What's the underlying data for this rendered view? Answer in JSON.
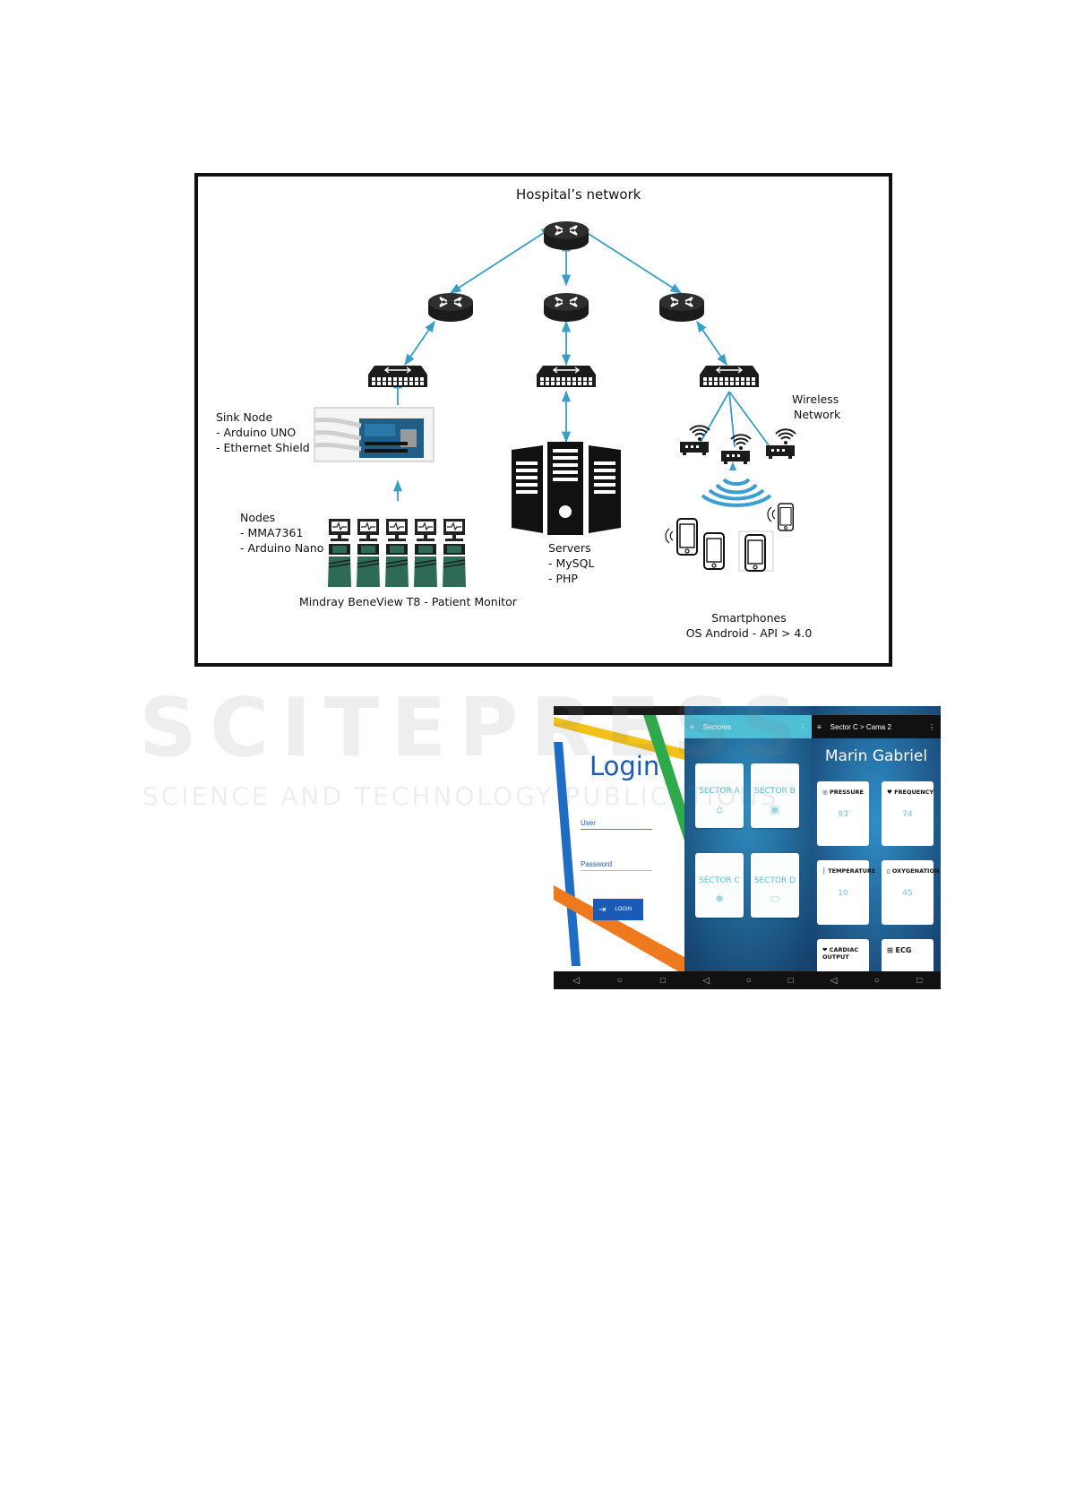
{
  "diagram": {
    "title": "Hospital’s network",
    "sink_node": {
      "title": "Sink Node",
      "items": [
        "- Arduino UNO",
        "- Ethernet Shield"
      ]
    },
    "nodes": {
      "title": "Nodes",
      "items": [
        "- MMA7361",
        "- Arduino Nano"
      ]
    },
    "monitor_caption": "Mindray BeneView T8 - Patient Monitor",
    "servers": {
      "title": "Servers",
      "items": [
        "- MySQL",
        "- PHP"
      ]
    },
    "wireless": {
      "line1": "Wireless",
      "line2": "Network"
    },
    "smartphones": {
      "line1": "Smartphones",
      "line2": "OS Android - API > 4.0"
    },
    "colors": {
      "link": "#3a9cc8",
      "device": "#1b1b1b",
      "patient": "#2e6b56",
      "wifi": "#3d9fd0"
    }
  },
  "watermark": {
    "line1": "SCITEPRESS",
    "line2": "SCIENCE AND TECHNOLOGY PUBLICATIONS"
  },
  "login_screen": {
    "title": "Login",
    "user_placeholder": "User",
    "password_placeholder": "Password",
    "login_button": "LOGIN"
  },
  "sectors_screen": {
    "header": "Sectores",
    "tiles": [
      "SECTOR A",
      "SECTOR B",
      "SECTOR C",
      "SECTOR D"
    ]
  },
  "patient_screen": {
    "header": "Sector C > Cama 2",
    "patient_name": "Marin Gabriel",
    "tiles": [
      {
        "label": "PRESSURE",
        "value": "93"
      },
      {
        "label": "FREQUENCY",
        "value": "74"
      },
      {
        "label": "TEMPERATURE",
        "value": "10"
      },
      {
        "label": "OXYGENATION",
        "value": "45"
      },
      {
        "label": "CARDIAC OUTPUT",
        "value": ""
      },
      {
        "label": "ECG",
        "value": ""
      }
    ]
  }
}
